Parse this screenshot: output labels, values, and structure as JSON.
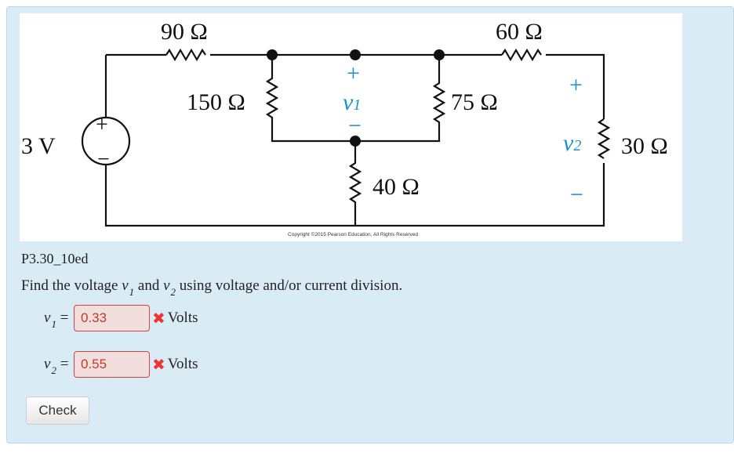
{
  "figure": {
    "labels": {
      "r90": "90 Ω",
      "r60": "60 Ω",
      "r150": "150 Ω",
      "r75": "75 Ω",
      "r40": "40 Ω",
      "r30": "30 Ω",
      "source": "3 V",
      "v1": "v",
      "v1_sub": "1",
      "v2": "v",
      "v2_sub": "2",
      "plus": "+",
      "minus": "−"
    },
    "copyright": "Copyright ©2015 Pearson Education, All Rights Reserved",
    "label_color": "#1a8fd0"
  },
  "problem_id": "P3.30_10ed",
  "question": {
    "pre": "Find the voltage ",
    "v": "v",
    "s1": "1",
    "mid": " and ",
    "s2": "2",
    "post": " using voltage and/or current division."
  },
  "answers": [
    {
      "var": "v",
      "sub": "1",
      "eq": "=",
      "value": "0.33",
      "status": "incorrect",
      "unit": "Volts"
    },
    {
      "var": "v",
      "sub": "2",
      "eq": "=",
      "value": "0.55",
      "status": "incorrect",
      "unit": "Volts"
    }
  ],
  "check_label": "Check"
}
